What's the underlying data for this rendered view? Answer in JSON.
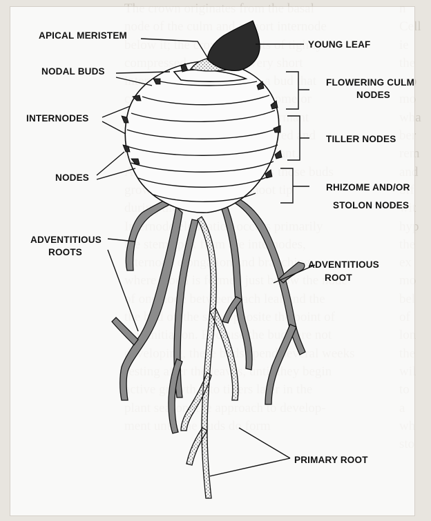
{
  "diagram": {
    "labels": {
      "apical_meristem": "APICAL MERISTEM",
      "young_leaf": "YOUNG LEAF",
      "nodal_buds": "NODAL BUDS",
      "flowering_culm_nodes_1": "FLOWERING CULM",
      "flowering_culm_nodes_2": "NODES",
      "internodes": "INTERNODES",
      "tiller_nodes": "TILLER NODES",
      "nodes": "NODES",
      "rhizome_stolon_1": "RHIZOME AND/OR",
      "rhizome_stolon_2": "STOLON NODES",
      "adventitious_roots_1": "ADVENTITIOUS",
      "adventitious_roots_2": "ROOTS",
      "adventitious_root_1": "ADVENTITIOUS",
      "adventitious_root_2": "ROOT",
      "primary_root": "PRIMARY ROOT"
    },
    "colors": {
      "background": "#e8e5df",
      "panel": "#ffffff",
      "roots": "#8c8c8c",
      "young_leaf": "#2b2b2b",
      "buds": "#2a2a2a",
      "ink": "#111111"
    }
  },
  "background_text": {
    "lines": [
      "The crown originates from the basal",
      "node of the culm and a short internode",
      "below it; the crown consists of tightly",
      "compressed nodes with very short",
      "internodes. Each node has a bud that",
      "can develop into a tiller, rhizome or",
      "stolon. These buds remain dormant",
      "while leaves are being produced and",
      "mainly near the base of the plant.",
      "Auxin from the crown keeps those buds",
      "grow little except for a shoot tip",
      "during the period.",
      "Internode elongation occurs primarily",
      "the stem apex from the internodes,",
      "internode elongation and branching",
      "where a bud is formed just below the node",
      "of one node between each leaf and the",
      "the bud on the side opposite the point of",
      "leaf initiation. Because the buds are not",
      "developing, these buds spend several weeks",
      "resting after the leaves, until they begin",
      "active growth into tillers later in the",
      "plant season; the approach to develop-",
      "ment until the buds do form"
    ],
    "right_column": [
      "n",
      "Cell",
      "ie",
      "the",
      "pro",
      "mo",
      "wha",
      "ber",
      "rem",
      "and",
      "off",
      "wit",
      "hyp",
      "the",
      "ex",
      "mo",
      "bel",
      "of",
      "lon",
      "the",
      "wil",
      "to",
      "a",
      "wh",
      "sto"
    ]
  }
}
